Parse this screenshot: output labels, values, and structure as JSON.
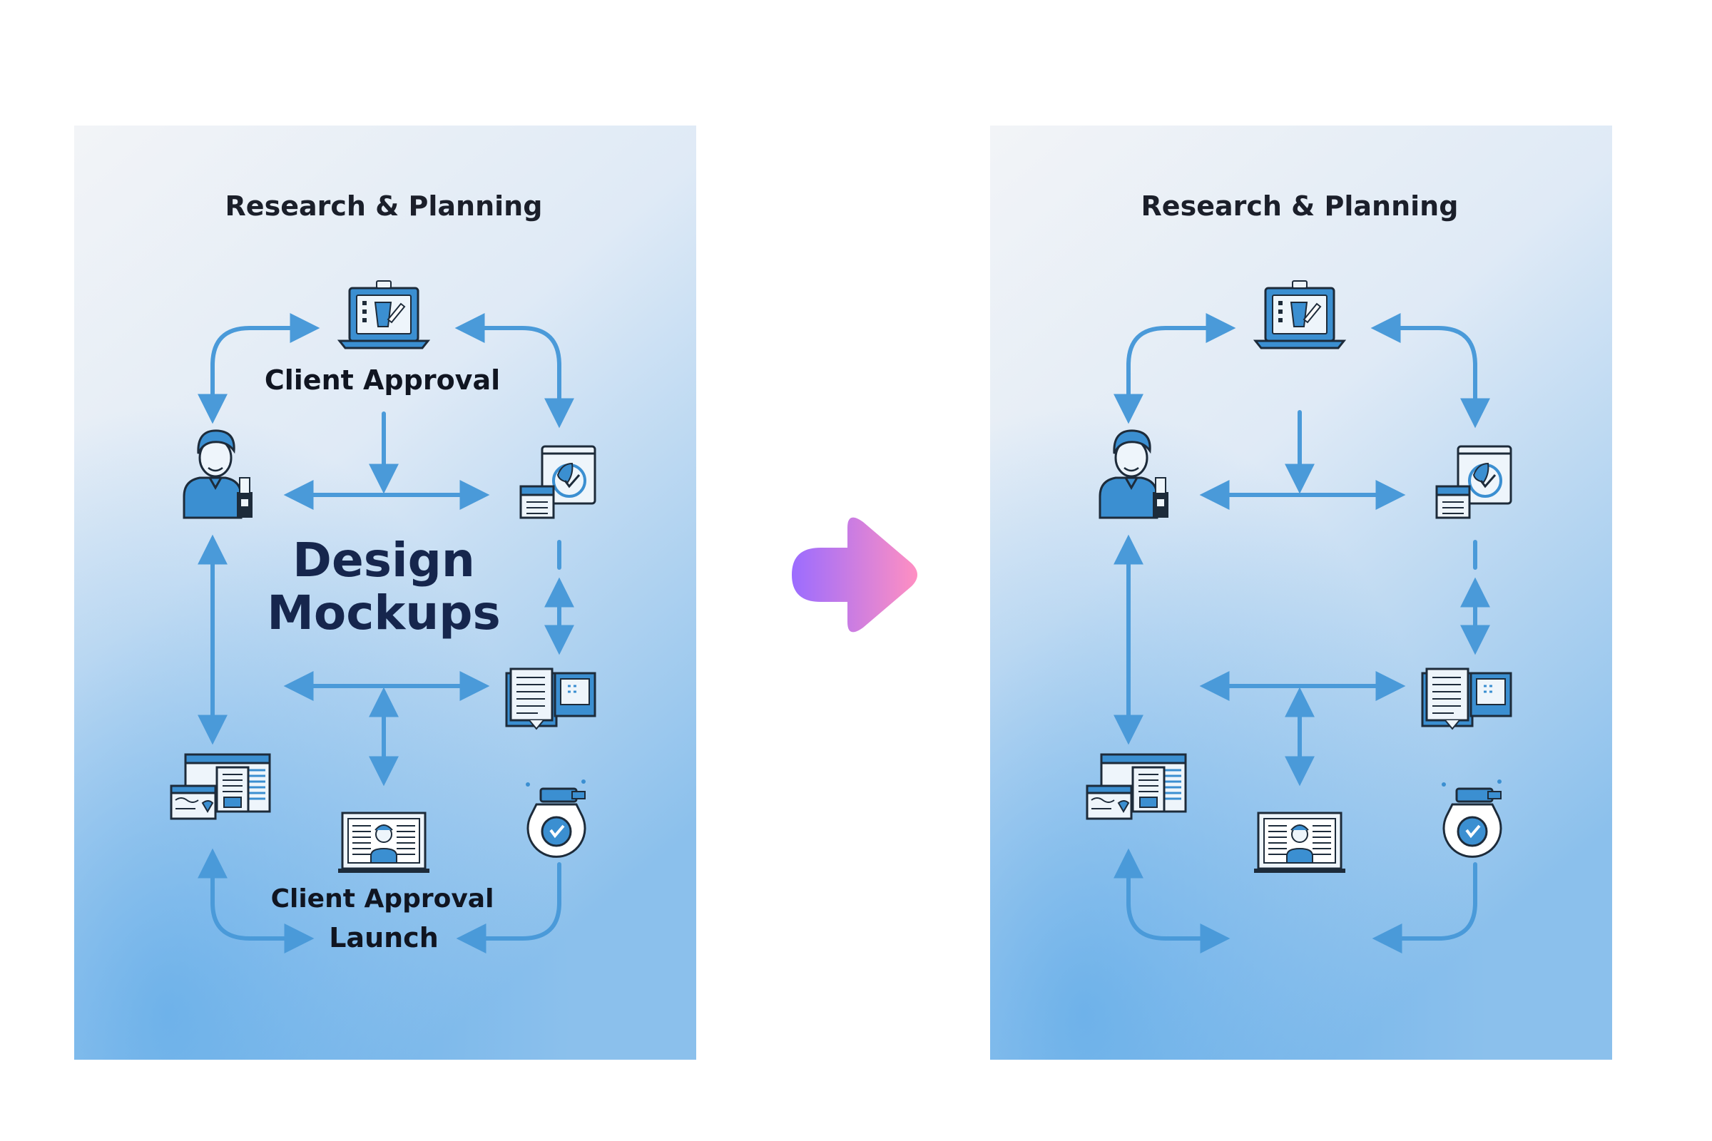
{
  "before": {
    "title": "Research & Planning",
    "label_top": "Client Approval",
    "center_line1": "Design",
    "center_line2": "Mockups",
    "label_bottom_1": "Client Approval",
    "label_bottom_2": "Launch"
  },
  "after": {
    "title": "Research & Planning"
  },
  "colors": {
    "arrow_blue": "#4a9ad9",
    "icon_blue": "#3b8fd1",
    "icon_outline": "#1d2b3a",
    "transition_arrow_start": "#9b6cff",
    "transition_arrow_end": "#ff8fc2"
  },
  "icons": {
    "top": "laptop-edit-icon",
    "left": "person-with-chart-icon",
    "right_upper": "calendar-checklist-icon",
    "right_middle": "document-grid-icon",
    "left_lower": "webpages-icon",
    "bottom": "monitor-user-icon",
    "right_lower": "target-check-icon"
  }
}
